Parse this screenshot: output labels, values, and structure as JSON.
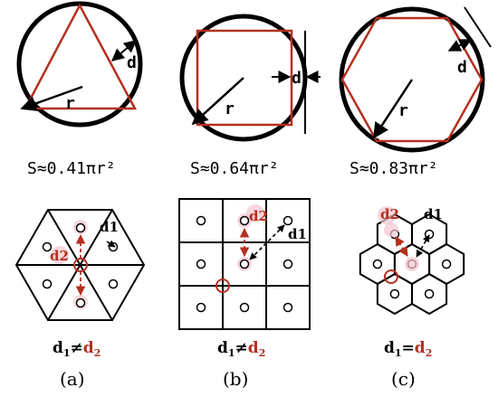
{
  "colors": {
    "ink": "#000000",
    "accent": "#b5301f",
    "highlight": "#f4c6cf"
  },
  "panels": [
    {
      "top": {
        "r": "r",
        "d": "d",
        "area": "S≈0.41πr²"
      },
      "bottom": {
        "d1": "d1",
        "d2": "d2",
        "relation_sym": "≠",
        "relation": [
          "d",
          "1",
          "≠",
          "d",
          "2"
        ]
      },
      "label": "(a)"
    },
    {
      "top": {
        "r": "r",
        "d": "d",
        "area": "S≈0.64πr²"
      },
      "bottom": {
        "d1": "d1",
        "d2": "d2",
        "relation_sym": "≠"
      },
      "label": "(b)"
    },
    {
      "top": {
        "r": "r",
        "d": "d",
        "area": "S≈0.83πr²"
      },
      "bottom": {
        "d1": "d1",
        "d2": "d2",
        "relation_sym": "="
      },
      "label": "(c)"
    }
  ]
}
